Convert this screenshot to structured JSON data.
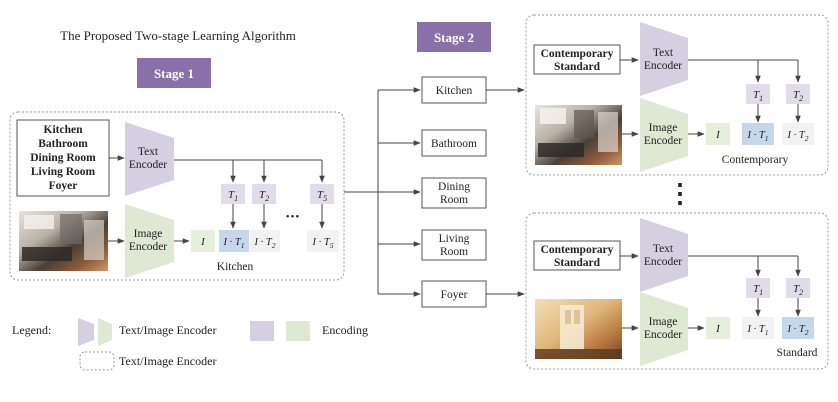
{
  "title": "The Proposed Two-stage Learning Algorithm",
  "stage1": {
    "label": "Stage 1",
    "class_lines": [
      "Kitchen",
      "Bathroom",
      "Dining Room",
      "Living Room",
      "Foyer"
    ],
    "text_encoder": [
      "Text",
      "Encoder"
    ],
    "image_encoder": [
      "Image",
      "Encoder"
    ],
    "image_feature": "I",
    "text_features": [
      {
        "base": "T",
        "sub": "1"
      },
      {
        "base": "T",
        "sub": "2"
      },
      {
        "base": "T",
        "sub": "5"
      }
    ],
    "products": [
      {
        "base": "I · T",
        "sub": "1"
      },
      {
        "base": "I · T",
        "sub": "2"
      },
      {
        "base": "I · T",
        "sub": "5"
      }
    ],
    "ellipsis": "•••",
    "caption": "Kitchen"
  },
  "stage2": {
    "label": "Stage 2",
    "rooms": [
      [
        "Kitchen"
      ],
      [
        "Bathroom"
      ],
      [
        "Dining",
        "Room"
      ],
      [
        "Living",
        "Room"
      ],
      [
        "Foyer"
      ]
    ],
    "vertical_ellipsis": "⋮",
    "panels": [
      {
        "style_lines": [
          "Contemporary",
          "Standard"
        ],
        "text_encoder": [
          "Text",
          "Encoder"
        ],
        "image_encoder": [
          "Image",
          "Encoder"
        ],
        "image_feature": "I",
        "text_features": [
          {
            "base": "T",
            "sub": "1"
          },
          {
            "base": "T",
            "sub": "2"
          }
        ],
        "products": [
          {
            "base": "I · T",
            "sub": "1"
          },
          {
            "base": "I · T",
            "sub": "2"
          }
        ],
        "caption": "Contemporary"
      },
      {
        "style_lines": [
          "Contemporary",
          "Standard"
        ],
        "text_encoder": [
          "Text",
          "Encoder"
        ],
        "image_encoder": [
          "Image",
          "Encoder"
        ],
        "image_feature": "I",
        "text_features": [
          {
            "base": "T",
            "sub": "1"
          },
          {
            "base": "T",
            "sub": "2"
          }
        ],
        "products": [
          {
            "base": "I · T",
            "sub": "1"
          },
          {
            "base": "I · T",
            "sub": "2"
          }
        ],
        "caption": "Standard"
      }
    ]
  },
  "legend": {
    "label": "Legend:",
    "encoder_label": "Text/Image Encoder",
    "encoding_label": "Encoding",
    "box_label": "Text/Image Encoder"
  },
  "colors": {
    "stage_badge": "#8a70a8",
    "text_encoder": "#d6cfe2",
    "image_encoder": "#dfe8d2",
    "text_feature": "#e2dcea",
    "image_feature": "#e6eedc",
    "product_highlight": "#c6d7ec",
    "product_plain": "#f2f2f2"
  }
}
